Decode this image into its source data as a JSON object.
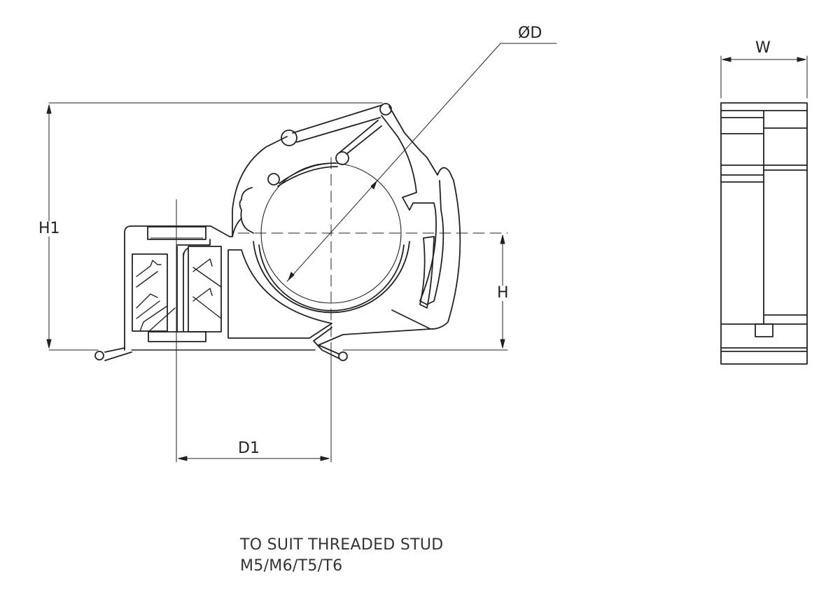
{
  "dimensions": {
    "diameter": "ØD",
    "height_overall": "H1",
    "height_center": "H",
    "stud_offset": "D1",
    "width": "W"
  },
  "notes": {
    "line1": "TO SUIT THREADED STUD",
    "line2": "M5/M6/T5/T6"
  }
}
